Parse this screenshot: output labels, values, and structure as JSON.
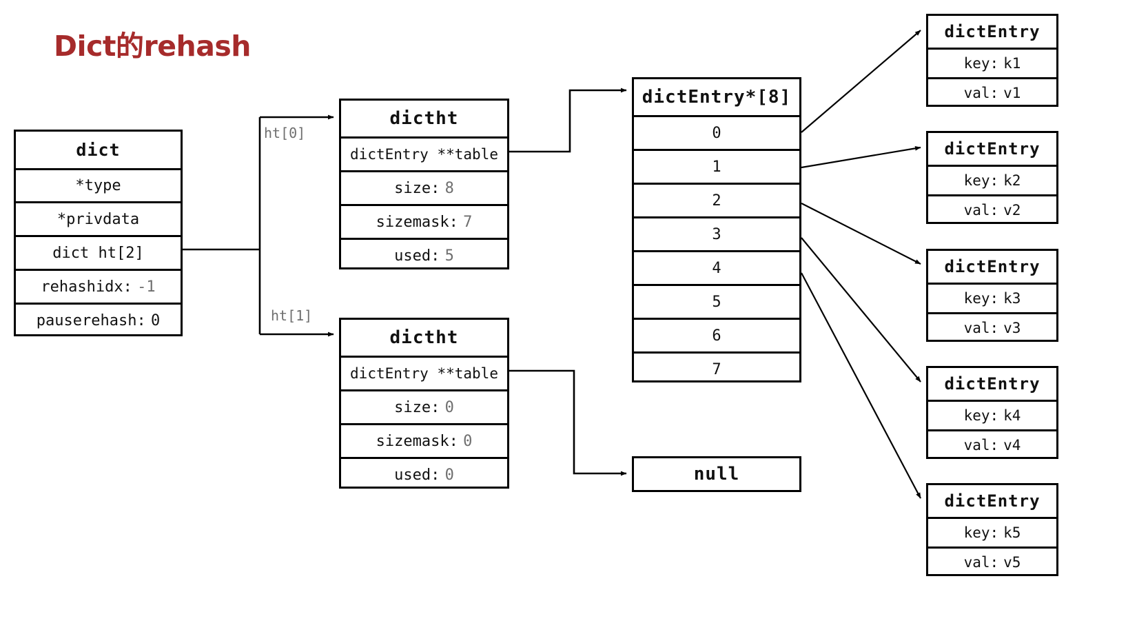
{
  "title": "Dict的rehash",
  "colors": {
    "title": "#a62b2b",
    "stroke": "#000000",
    "value_text": "#6e6e6e",
    "label_text": "#111111",
    "background": "#ffffff"
  },
  "dict_struct": {
    "header": "dict",
    "fields": [
      {
        "label": "*type",
        "value": ""
      },
      {
        "label": "*privdata",
        "value": ""
      },
      {
        "label": "dict ht[2]",
        "value": ""
      },
      {
        "label": "rehashidx:",
        "value": "-1"
      },
      {
        "label": "pauserehash:",
        "value": "0"
      }
    ]
  },
  "edge_labels": {
    "ht0": "ht[0]",
    "ht1": "ht[1]"
  },
  "dictht_0": {
    "header": "dictht",
    "table_row": "dictEntry **table",
    "fields": [
      {
        "label": "size:",
        "value": "8"
      },
      {
        "label": "sizemask:",
        "value": "7"
      },
      {
        "label": "used:",
        "value": "5"
      }
    ]
  },
  "dictht_1": {
    "header": "dictht",
    "table_row": "dictEntry **table",
    "fields": [
      {
        "label": "size:",
        "value": "0"
      },
      {
        "label": "sizemask:",
        "value": "0"
      },
      {
        "label": "used:",
        "value": "0"
      }
    ]
  },
  "bucket_array": {
    "header": "dictEntry*[8]",
    "slots": [
      "0",
      "1",
      "2",
      "3",
      "4",
      "5",
      "6",
      "7"
    ]
  },
  "null_box": {
    "label": "null"
  },
  "entries": [
    {
      "header": "dictEntry",
      "key_label": "key:",
      "key_value": "k1",
      "val_label": "val:",
      "val_value": "v1"
    },
    {
      "header": "dictEntry",
      "key_label": "key:",
      "key_value": "k2",
      "val_label": "val:",
      "val_value": "v2"
    },
    {
      "header": "dictEntry",
      "key_label": "key:",
      "key_value": "k3",
      "val_label": "val:",
      "val_value": "v3"
    },
    {
      "header": "dictEntry",
      "key_label": "key:",
      "key_value": "k4",
      "val_label": "val:",
      "val_value": "v4"
    },
    {
      "header": "dictEntry",
      "key_label": "key:",
      "key_value": "k5",
      "val_label": "val:",
      "val_value": "v5"
    }
  ]
}
